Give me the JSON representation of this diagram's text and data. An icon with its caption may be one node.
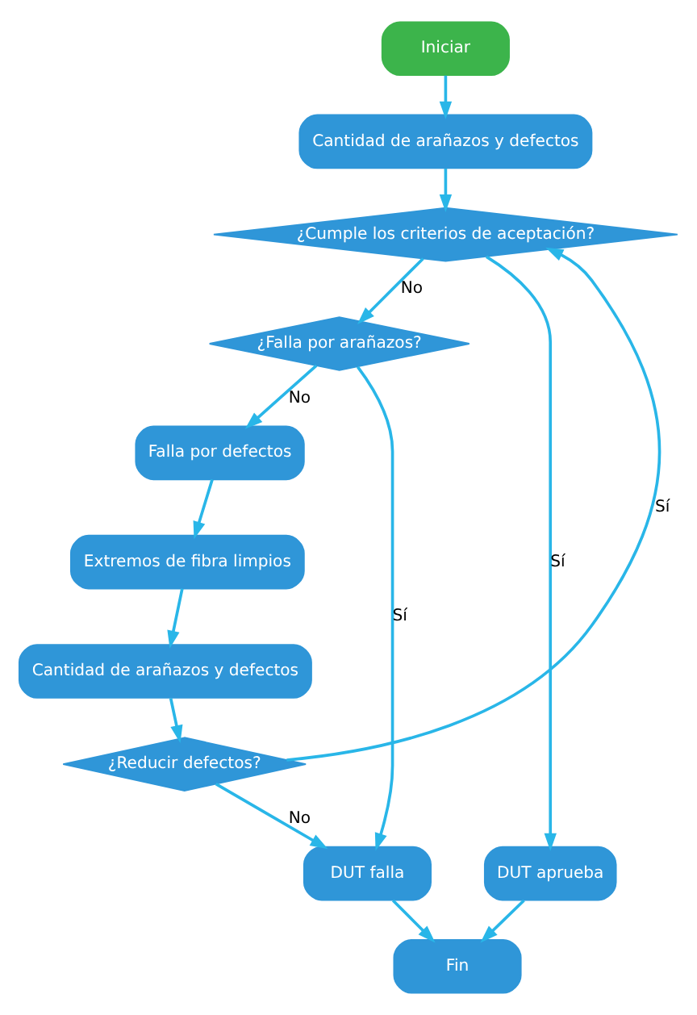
{
  "diagram": {
    "nodes": [
      {
        "text": [
          "Iniciar"
        ]
      },
      {
        "text": [
          "Cantidad de arañazos y defectos"
        ]
      },
      {
        "text": [
          "¿Cumple los criterios de aceptación?"
        ]
      },
      {
        "text": [
          "¿Falla por arañazos?"
        ]
      },
      {
        "text": [
          "Falla por defectos"
        ]
      },
      {
        "text": [
          "Extremos de fibra limpios"
        ]
      },
      {
        "text": [
          "Cantidad de arañazos y defectos"
        ]
      },
      {
        "text": [
          "¿Reducir defectos?"
        ]
      },
      {
        "text": [
          "DUT aprueba"
        ]
      },
      {
        "text": [
          "DUT falla"
        ]
      },
      {
        "text": [
          "Fin"
        ]
      }
    ],
    "edges": [
      {
        "from": 0,
        "to": 1,
        "arrow": "to"
      },
      {
        "from": 1,
        "to": 2,
        "arrow": "to"
      },
      {
        "from": 2,
        "to": 3,
        "arrow": "to",
        "label": "No"
      },
      {
        "from": 2,
        "to": 8,
        "arrow": "to",
        "label": "Sí"
      },
      {
        "from": 3,
        "to": 4,
        "arrow": "to",
        "label": "No"
      },
      {
        "from": 3,
        "to": 9,
        "arrow": "to",
        "label": "Sí"
      },
      {
        "from": 4,
        "to": 5,
        "arrow": "to"
      },
      {
        "from": 5,
        "to": 6,
        "arrow": "to"
      },
      {
        "from": 6,
        "to": 7,
        "arrow": "to"
      },
      {
        "from": 7,
        "to": 9,
        "arrow": "to",
        "label": "No"
      },
      {
        "from": 7,
        "to": 2,
        "arrow": "to",
        "label": "Sí"
      },
      {
        "from": 8,
        "to": 10,
        "arrow": "to"
      },
      {
        "from": 9,
        "to": 10,
        "arrow": "to"
      }
    ]
  }
}
